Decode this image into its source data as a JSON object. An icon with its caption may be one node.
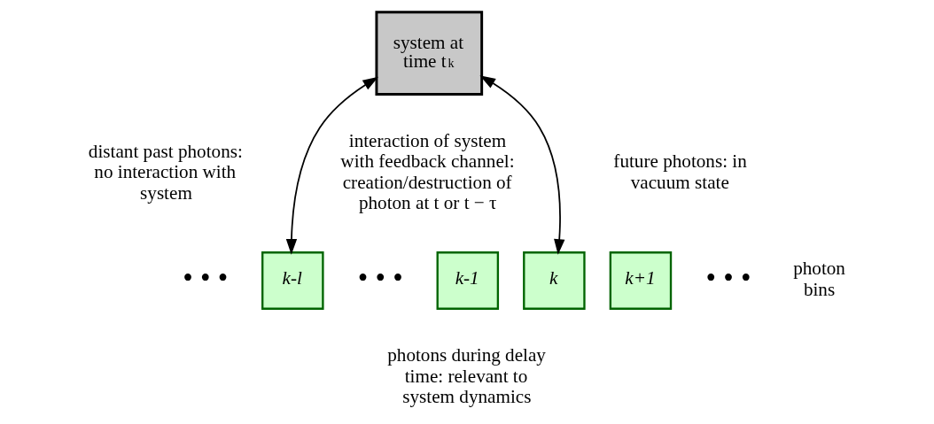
{
  "diagram": {
    "nodes": [
      {
        "text": [
          "system at time t$_{k}$"
        ]
      },
      {
        "text": [
          "k-l"
        ]
      },
      {
        "text": [
          "k-1"
        ]
      },
      {
        "text": [
          "k"
        ]
      },
      {
        "text": [
          "k+1"
        ]
      }
    ],
    "edges": [
      {
        "from": 1,
        "to": 0,
        "arrow": "both"
      },
      {
        "from": 3,
        "to": 0,
        "arrow": "both"
      }
    ],
    "labels": [
      "interaction of system with feedback channel: creation/destruction of photon at t or t − τ",
      "distant past photons: no interaction with system",
      "future photons: in vacuum state",
      "• • •",
      "• • •",
      "• • •",
      "photon bins",
      "photons during delay time: relevant to system dynamics"
    ]
  }
}
